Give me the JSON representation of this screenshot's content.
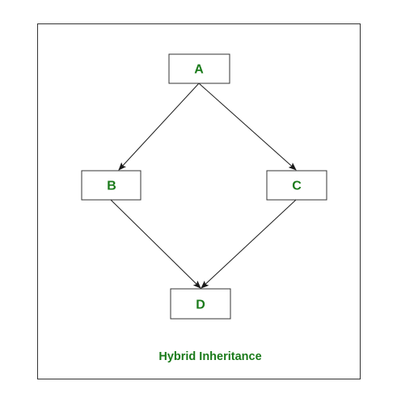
{
  "colors": {
    "label": "#1a7a1a",
    "border": "#333333",
    "edge": "#1a1a1a",
    "background": "#ffffff"
  },
  "nodes": {
    "a": {
      "label": "A"
    },
    "b": {
      "label": "B"
    },
    "c": {
      "label": "C"
    },
    "d": {
      "label": "D"
    }
  },
  "edges": [
    {
      "from": "A",
      "to": "B"
    },
    {
      "from": "A",
      "to": "C"
    },
    {
      "from": "B",
      "to": "D"
    },
    {
      "from": "C",
      "to": "D"
    }
  ],
  "caption": "Hybrid Inheritance"
}
